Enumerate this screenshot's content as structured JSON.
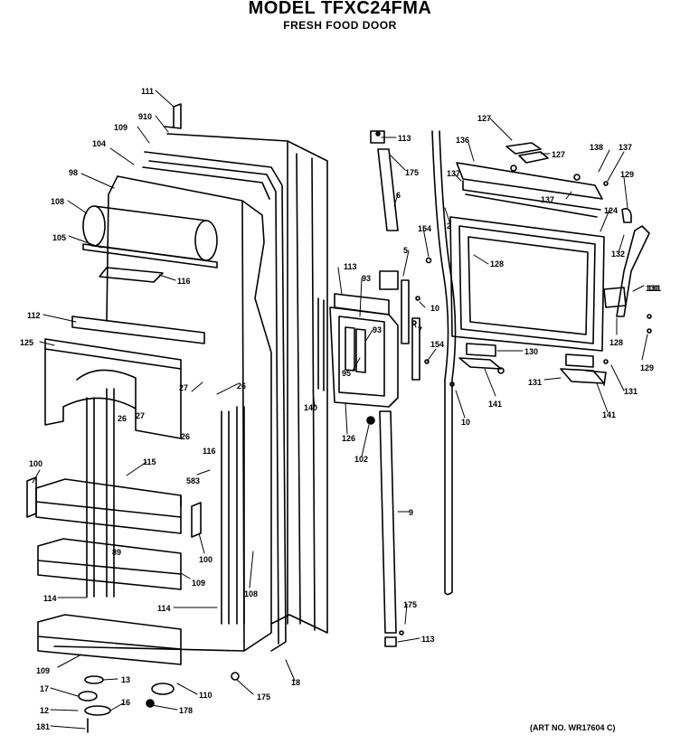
{
  "header": {
    "title": "MODEL TFXC24FMA",
    "subtitle": "FRESH FOOD DOOR"
  },
  "art_number": "(ART NO. WR17604 C)",
  "callouts": [
    "111",
    "910",
    "109",
    "104",
    "98",
    "108",
    "105",
    "116",
    "112",
    "125",
    "27",
    "26",
    "27",
    "26",
    "26",
    "116",
    "583",
    "100",
    "115",
    "89",
    "100",
    "109",
    "114",
    "114",
    "108",
    "109",
    "13",
    "16",
    "17",
    "12",
    "181",
    "178",
    "110",
    "175",
    "18",
    "113",
    "175",
    "6",
    "154",
    "5",
    "10",
    "7",
    "113",
    "93",
    "93",
    "95",
    "140",
    "154",
    "126",
    "102",
    "9",
    "175",
    "113",
    "2",
    "137",
    "136",
    "127",
    "127",
    "138",
    "137",
    "129",
    "137",
    "124",
    "128",
    "132",
    "131",
    "128",
    "130",
    "131",
    "129",
    "141",
    "131",
    "131",
    "141",
    "10"
  ]
}
